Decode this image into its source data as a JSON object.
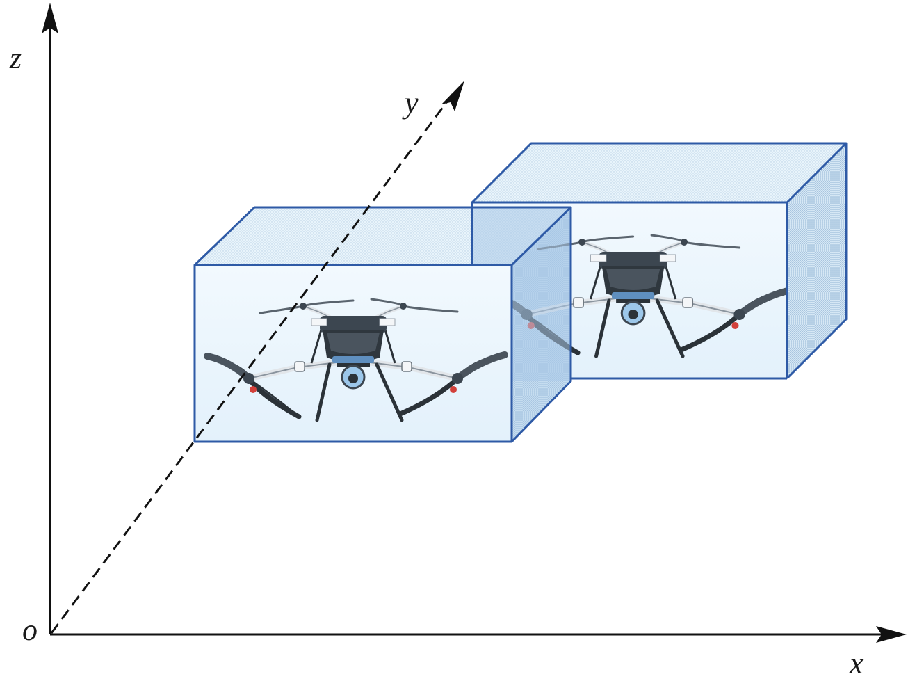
{
  "axes": {
    "x_label": "x",
    "y_label": "y",
    "z_label": "z",
    "origin_label": "o"
  },
  "boxes": [
    {
      "content": "quadcopter-drone"
    },
    {
      "content": "quadcopter-drone"
    }
  ],
  "colors": {
    "axis": "#111111",
    "box_edge": "#2e5aa6",
    "box_face": "#e6f3fc",
    "box_side": "#cfe2f2",
    "box_overlap": "#a9c9e8",
    "drone_body": "#3c4650",
    "drone_dark": "#2b3238",
    "drone_arm": "#e2e6ea",
    "drone_camera": "#6aa6d8",
    "drone_led": "#d2403a"
  }
}
